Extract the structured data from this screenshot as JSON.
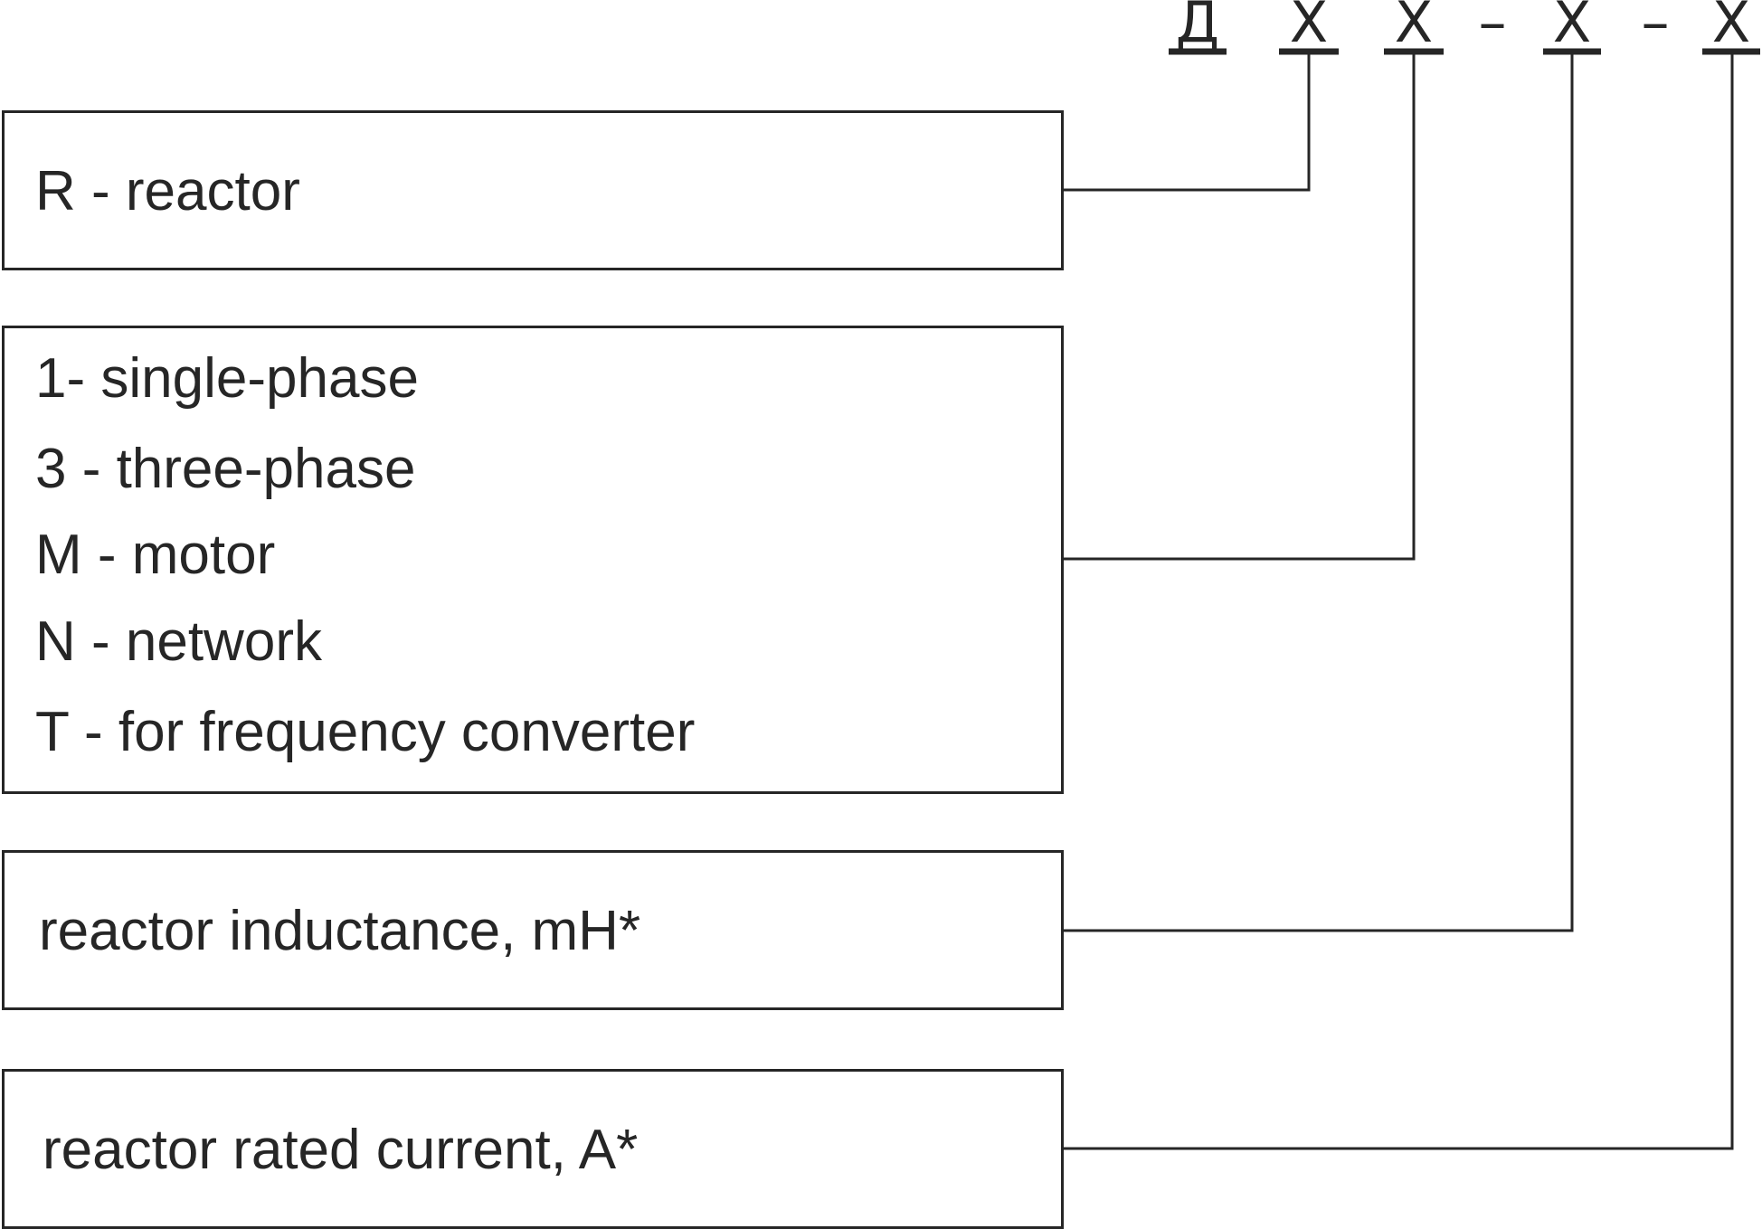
{
  "code": {
    "prefix": "Д",
    "slot1": "X",
    "slot2": "X",
    "dash1": "–",
    "slot3": "X",
    "dash2": "–",
    "slot4": "X"
  },
  "boxes": {
    "reactor": {
      "lines": [
        "R - reactor"
      ]
    },
    "phase_type": {
      "lines": [
        "1- single-phase",
        "3 - three-phase",
        "M - motor",
        "N - network",
        "T - for frequency converter"
      ]
    },
    "inductance": {
      "lines": [
        "reactor inductance, mH*"
      ]
    },
    "current": {
      "lines": [
        "reactor rated current, A*"
      ]
    }
  }
}
